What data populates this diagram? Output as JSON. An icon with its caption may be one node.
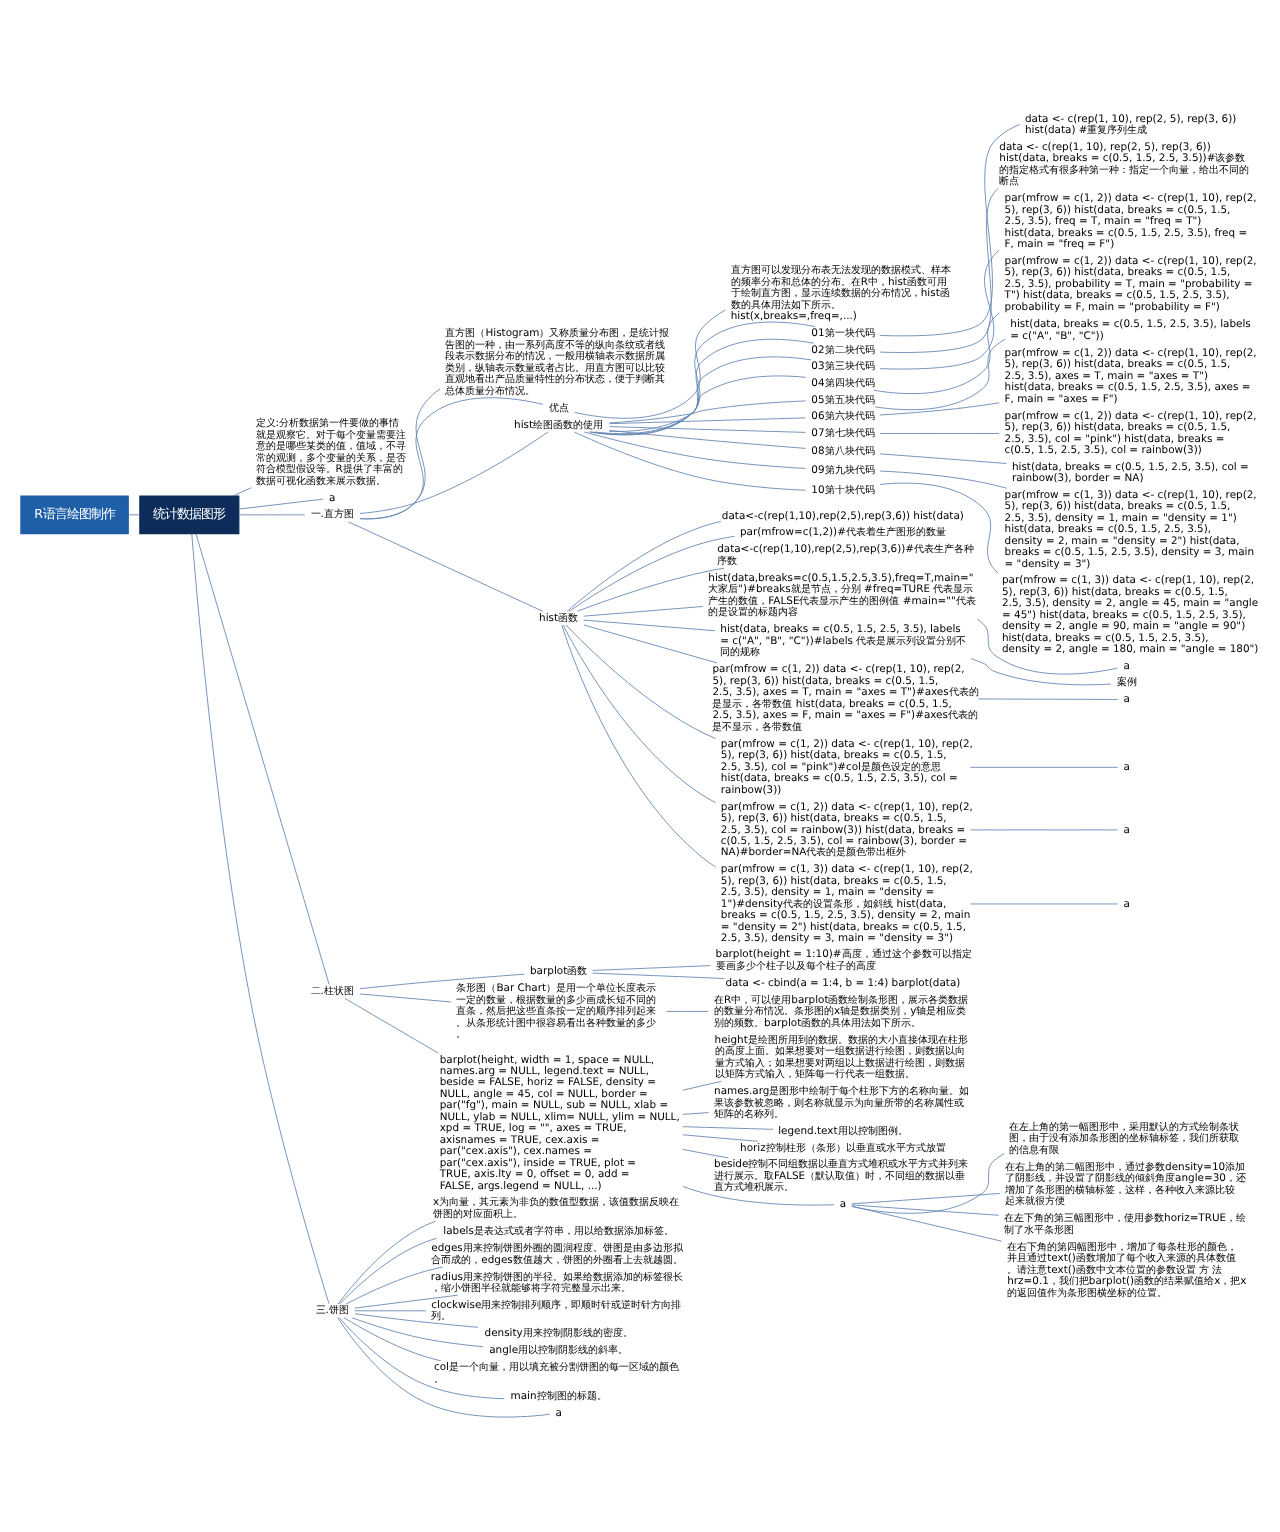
{
  "diagram": {
    "nodes": [
      {
        "text": [
          "R语言绘图制作"
        ]
      },
      {
        "text": [
          "统计数据图形"
        ]
      },
      {
        "text": [
          "定义:分析数据第一件要做的事情就是观察它。对于每个变量需要注意的是哪些某类的值，值域，不寻常的观测，多个变量的关系，是否符合模型假设等。R提供了丰富的数据可视化函数来展示数据。"
        ]
      },
      {
        "text": [
          "a"
        ]
      },
      {
        "text": [
          "一.直方图"
        ]
      },
      {
        "text": [
          "直方图（Histogram）又称质量分布图，是统计报告图的一种，由一系列高度不等的纵向条纹或者线段表示数据分布的情况，一般用横轴表示数据所属类别，纵轴表示数量或者占比。用直方图可以比较直观地看出产品质量特性的分布状态，便于判断其总体质量分布情况。"
        ]
      },
      {
        "text": [
          "优点"
        ]
      },
      {
        "text": [
          "直方图可以发现分布表无法发现的数据模式、样本的频率分布和总体的分布。在R中，hist函数可用于绘制直方图，显示连续数据的分布情况，hist函数的具体用法如下所示。 hist(x,breaks=,freq=,...)"
        ]
      },
      {
        "text": [
          "hist绘图函数的使用"
        ]
      },
      {
        "text": [
          "01第一块代码"
        ]
      },
      {
        "text": [
          "data <- c(rep(1, 10), rep(2, 5), rep(3, 6)) hist(data) #重复序列生成"
        ]
      },
      {
        "text": [
          "02第二块代码"
        ]
      },
      {
        "text": [
          "data <- c(rep(1, 10), rep(2, 5), rep(3, 6)) hist(data, breaks = c(0.5, 1.5, 2.5, 3.5))#该参数的指定格式有很多种第一种：指定一个向量，给出不同的断点"
        ]
      },
      {
        "text": [
          "03第三块代码"
        ]
      },
      {
        "text": [
          "par(mfrow = c(1, 2)) data <- c(rep(1, 10), rep(2, 5), rep(3, 6)) hist(data, breaks = c(0.5, 1.5, 2.5, 3.5), freq = T, main = \"freq = T\") hist(data, breaks = c(0.5, 1.5, 2.5, 3.5), freq = F, main = \"freq = F\")"
        ]
      },
      {
        "text": [
          "04第四块代码"
        ]
      },
      {
        "text": [
          "par(mfrow = c(1, 2)) data <- c(rep(1, 10), rep(2, 5), rep(3, 6)) hist(data, breaks = c(0.5, 1.5, 2.5, 3.5), probability = T, main = \"probability = T\") hist(data, breaks = c(0.5, 1.5, 2.5, 3.5), probability = F, main = \"probability = F\")"
        ]
      },
      {
        "text": [
          "05第五块代码"
        ]
      },
      {
        "text": [
          "hist(data, breaks = c(0.5, 1.5, 2.5, 3.5), labels = c(\"A\", \"B\", \"C\"))"
        ]
      },
      {
        "text": [
          "06第六块代码"
        ]
      },
      {
        "text": [
          "par(mfrow = c(1, 2)) data <- c(rep(1, 10), rep(2, 5), rep(3, 6)) hist(data, breaks = c(0.5, 1.5, 2.5, 3.5), axes = T, main = \"axes = T\") hist(data, breaks = c(0.5, 1.5, 2.5, 3.5), axes = F, main = \"axes = F\")"
        ]
      },
      {
        "text": [
          "07第七块代码"
        ]
      },
      {
        "text": [
          "par(mfrow = c(1, 2)) data <- c(rep(1, 10), rep(2, 5), rep(3, 6)) hist(data, breaks = c(0.5, 1.5, 2.5, 3.5), col = \"pink\") hist(data, breaks = c(0.5, 1.5, 2.5, 3.5), col = rainbow(3))"
        ]
      },
      {
        "text": [
          "08第八块代码"
        ]
      },
      {
        "text": [
          "hist(data, breaks = c(0.5, 1.5, 2.5, 3.5), col = rainbow(3), border = NA)"
        ]
      },
      {
        "text": [
          "09第九块代码"
        ]
      },
      {
        "text": [
          "par(mfrow = c(1, 3)) data <- c(rep(1, 10), rep(2, 5), rep(3, 6)) hist(data, breaks = c(0.5, 1.5, 2.5, 3.5), density = 1, main = \"density = 1\") hist(data, breaks = c(0.5, 1.5, 2.5, 3.5), density = 2, main = \"density = 2\") hist(data, breaks = c(0.5, 1.5, 2.5, 3.5), density = 3, main = \"density = 3\")"
        ]
      },
      {
        "text": [
          "10第十块代码"
        ]
      },
      {
        "text": [
          "par(mfrow = c(1, 3)) data <- c(rep(1, 10), rep(2, 5), rep(3, 6)) hist(data, breaks = c(0.5, 1.5, 2.5, 3.5), density = 2, angle = 45, main = \"angle = 45\") hist(data, breaks = c(0.5, 1.5, 2.5, 3.5), density = 2, angle = 90, main = \"angle = 90\") hist(data, breaks = c(0.5, 1.5, 2.5, 3.5), density = 2, angle = 180, main = \"angle = 180\")"
        ]
      },
      {
        "text": [
          "hist函数"
        ]
      },
      {
        "text": [
          "data<-c(rep(1,10),rep(2,5),rep(3,6)) hist(data)"
        ]
      },
      {
        "text": [
          "par(mfrow=c(1,2))#代表着生产图形的数量"
        ]
      },
      {
        "text": [
          "data<-c(rep(1,10),rep(2,5),rep(3,6))#代表生产各种序数"
        ]
      },
      {
        "text": [
          "hist(data,breaks=c(0.5,1.5,2.5,3.5),freq=T,main=\"大家后\")#breaks就是节点，分别 #freq=TURE 代表显示产生的数值，FALSE代表显示产生的图例值 #main=\"\"代表的是设置的标题内容"
        ]
      },
      {
        "text": [
          "a"
        ]
      },
      {
        "text": [
          "hist(data, breaks = c(0.5, 1.5, 2.5, 3.5), labels = c(\"A\", \"B\", \"C\"))#labels 代表是展示列设置分别不同的规称"
        ]
      },
      {
        "text": [
          "案例"
        ]
      },
      {
        "text": [
          "par(mfrow = c(1, 2)) data <- c(rep(1, 10), rep(2, 5), rep(3, 6)) hist(data, breaks = c(0.5, 1.5, 2.5, 3.5), axes = T, main = \"axes = T\")#axes代表的是显示，各带数值 hist(data, breaks = c(0.5, 1.5, 2.5, 3.5), axes = F, main = \"axes = F\")#axes代表的是不显示，各带数值"
        ]
      },
      {
        "text": [
          "a"
        ]
      },
      {
        "text": [
          "par(mfrow = c(1, 2)) data <- c(rep(1, 10), rep(2, 5), rep(3, 6)) hist(data, breaks = c(0.5, 1.5, 2.5, 3.5), col = \"pink\")#col是颜色设定的意思 hist(data, breaks = c(0.5, 1.5, 2.5, 3.5), col = rainbow(3))"
        ]
      },
      {
        "text": [
          "a"
        ]
      },
      {
        "text": [
          "par(mfrow = c(1, 2)) data <- c(rep(1, 10), rep(2, 5), rep(3, 6)) hist(data, breaks = c(0.5, 1.5, 2.5, 3.5), col = rainbow(3)) hist(data, breaks = c(0.5, 1.5, 2.5, 3.5), col = rainbow(3), border = NA)#border=NA代表的是颜色带出框外"
        ]
      },
      {
        "text": [
          "a"
        ]
      },
      {
        "text": [
          "par(mfrow = c(1, 3)) data <- c(rep(1, 10), rep(2, 5), rep(3, 6)) hist(data, breaks = c(0.5, 1.5, 2.5, 3.5), density = 1, main = \"density = 1\")#density代表的设置条形，如斜线 hist(data, breaks = c(0.5, 1.5, 2.5, 3.5), density = 2, main = \"density = 2\") hist(data, breaks = c(0.5, 1.5, 2.5, 3.5), density = 3, main = \"density = 3\")"
        ]
      },
      {
        "text": [
          "a"
        ]
      },
      {
        "text": [
          "二.柱状图"
        ]
      },
      {
        "text": [
          "barplot函数"
        ]
      },
      {
        "text": [
          "barplot(height = 1:10)#高度，通过这个参数可以指定要画多少个柱子以及每个柱子的高度"
        ]
      },
      {
        "text": [
          "data <- cbind(a = 1:4, b = 1:4) barplot(data)"
        ]
      },
      {
        "text": [
          "条形图（Bar Chart）是用一个单位长度表示一定的数量，根据数量的多少画成长短不同的直条，然后把这些直条按一定的顺序排列起来。从条形统计图中很容易看出各种数量的多少。"
        ]
      },
      {
        "text": [
          "在R中，可以使用barplot函数绘制条形图，展示各类数据的数量分布情况。条形图的x轴是数据类别，y轴是相应类别的频数。barplot函数的具体用法如下所示。"
        ]
      },
      {
        "text": [
          "barplot(height, width = 1, space = NULL, names.arg = NULL, legend.text = NULL, beside = FALSE, horiz = FALSE, density = NULL, angle = 45, col = NULL, border = par(\"fg\"), main = NULL, sub = NULL, xlab = NULL, ylab = NULL, xlim= NULL, ylim = NULL, xpd = TRUE, log = \"\", axes = TRUE, axisnames = TRUE, cex.axis = par(\"cex.axis\"), cex.names = par(\"cex.axis\"), inside = TRUE, plot = TRUE, axis.lty = 0, offset = 0, add = FALSE, args.legend = NULL, ...)"
        ]
      },
      {
        "text": [
          "height是绘图所用到的数据。数据的大小直接体现在柱形的高度上面。如果想要对一组数据进行绘图，则数据以向量方式输入；如果想要对两组以上数据进行绘图，则数据以矩阵方式输入，矩阵每一行代表一组数据。"
        ]
      },
      {
        "text": [
          "names.arg是图形中绘制于每个柱形下方的名称向量。如果该参数被忽略，则名称就显示为向量所带的名称属性或矩阵的名称列。"
        ]
      },
      {
        "text": [
          "legend.text用以控制图例。"
        ]
      },
      {
        "text": [
          "horiz控制柱形（条形）以垂直或水平方式放置"
        ]
      },
      {
        "text": [
          "beside控制不同组数据以垂直方式堆积或水平方式并列来进行展示。取FALSE（默认取值）时，不同组的数据以垂直方式堆积展示。"
        ]
      },
      {
        "text": [
          "a"
        ]
      },
      {
        "text": [
          "在左上角的第一幅图形中，采用默认的方式绘制条状图，由于没有添加条形图的坐标轴标签，我们所获取的信息有限"
        ]
      },
      {
        "text": [
          "在右上角的第二幅图形中，通过参数density=10添加了阴影线，并设置了阴影线的倾斜角度angle=30，还增加了条形图的横轴标签，这样，各种收入来源比较起来就很方便"
        ]
      },
      {
        "text": [
          "在左下角的第三幅图形中，使用参数horiz=TRUE，绘制了水平条形图"
        ]
      },
      {
        "text": [
          "在右下角的第四幅图形中，增加了每条柱形的颜色，并且通过text()函数增加了每个收入来源的具体数值。请注意text()函数中文本位置的参数设置 方 法 hrz=0.1，我们把barplot()函数的结果赋值给x，把x的返回值作为条形图横坐标的位置。"
        ]
      },
      {
        "text": [
          "三.饼图"
        ]
      },
      {
        "text": [
          "x为向量，其元素为非负的数值型数据，该值数据反映在饼图的对应面积上。"
        ]
      },
      {
        "text": [
          "labels是表达式或者字符串，用以给数据添加标签。"
        ]
      },
      {
        "text": [
          "edges用来控制饼图外圈的圆润程度。饼图是由多边形拟合而成的，edges数值越大，饼图的外圈看上去就越圆。"
        ]
      },
      {
        "text": [
          "radius用来控制饼图的半径。如果给数据添加的标签很长，缩小饼图半径就能够将字符完整显示出来。"
        ]
      },
      {
        "text": [
          "clockwise用来控制排列顺序，即顺时针或逆时针方向排列。"
        ]
      },
      {
        "text": [
          "density用来控制阴影线的密度。"
        ]
      },
      {
        "text": [
          "angle用以控制阴影线的斜率。"
        ]
      },
      {
        "text": [
          "col是一个向量，用以填充被分割饼图的每一区域的颜色。"
        ]
      },
      {
        "text": [
          "main控制图的标题。"
        ]
      },
      {
        "text": [
          "a"
        ]
      }
    ],
    "edges": [
      {
        "from": 0,
        "to": 1,
        "arrow": "none"
      },
      {
        "from": 1,
        "to": 2,
        "arrow": "none"
      },
      {
        "from": 1,
        "to": 3,
        "arrow": "none"
      },
      {
        "from": 1,
        "to": 4,
        "arrow": "none"
      },
      {
        "from": 1,
        "to": 45,
        "arrow": "none"
      },
      {
        "from": 1,
        "to": 62,
        "arrow": "none"
      },
      {
        "from": 4,
        "to": 5,
        "arrow": "none"
      },
      {
        "from": 4,
        "to": 6,
        "arrow": "none"
      },
      {
        "from": 6,
        "to": 7,
        "arrow": "none"
      },
      {
        "from": 4,
        "to": 8,
        "arrow": "none"
      },
      {
        "from": 8,
        "to": 9,
        "arrow": "none"
      },
      {
        "from": 9,
        "to": 10,
        "arrow": "none"
      },
      {
        "from": 8,
        "to": 11,
        "arrow": "none"
      },
      {
        "from": 11,
        "to": 12,
        "arrow": "none"
      },
      {
        "from": 8,
        "to": 13,
        "arrow": "none"
      },
      {
        "from": 13,
        "to": 14,
        "arrow": "none"
      },
      {
        "from": 8,
        "to": 15,
        "arrow": "none"
      },
      {
        "from": 15,
        "to": 16,
        "arrow": "none"
      },
      {
        "from": 8,
        "to": 17,
        "arrow": "none"
      },
      {
        "from": 17,
        "to": 18,
        "arrow": "none"
      },
      {
        "from": 8,
        "to": 19,
        "arrow": "none"
      },
      {
        "from": 19,
        "to": 20,
        "arrow": "none"
      },
      {
        "from": 8,
        "to": 21,
        "arrow": "none"
      },
      {
        "from": 21,
        "to": 22,
        "arrow": "none"
      },
      {
        "from": 8,
        "to": 23,
        "arrow": "none"
      },
      {
        "from": 23,
        "to": 24,
        "arrow": "none"
      },
      {
        "from": 8,
        "to": 25,
        "arrow": "none"
      },
      {
        "from": 25,
        "to": 26,
        "arrow": "none"
      },
      {
        "from": 8,
        "to": 27,
        "arrow": "none"
      },
      {
        "from": 27,
        "to": 28,
        "arrow": "none"
      },
      {
        "from": 4,
        "to": 29,
        "arrow": "none"
      },
      {
        "from": 29,
        "to": 30,
        "arrow": "none"
      },
      {
        "from": 29,
        "to": 31,
        "arrow": "none"
      },
      {
        "from": 29,
        "to": 32,
        "arrow": "none"
      },
      {
        "from": 29,
        "to": 33,
        "arrow": "none"
      },
      {
        "from": 33,
        "to": 34,
        "arrow": "none"
      },
      {
        "from": 29,
        "to": 35,
        "arrow": "none"
      },
      {
        "from": 35,
        "to": 36,
        "arrow": "none"
      },
      {
        "from": 29,
        "to": 37,
        "arrow": "none"
      },
      {
        "from": 37,
        "to": 38,
        "arrow": "none"
      },
      {
        "from": 29,
        "to": 39,
        "arrow": "none"
      },
      {
        "from": 39,
        "to": 40,
        "arrow": "none"
      },
      {
        "from": 29,
        "to": 41,
        "arrow": "none"
      },
      {
        "from": 41,
        "to": 42,
        "arrow": "none"
      },
      {
        "from": 29,
        "to": 43,
        "arrow": "none"
      },
      {
        "from": 43,
        "to": 44,
        "arrow": "none"
      },
      {
        "from": 45,
        "to": 46,
        "arrow": "none"
      },
      {
        "from": 46,
        "to": 47,
        "arrow": "none"
      },
      {
        "from": 46,
        "to": 48,
        "arrow": "none"
      },
      {
        "from": 45,
        "to": 49,
        "arrow": "none"
      },
      {
        "from": 49,
        "to": 50,
        "arrow": "none"
      },
      {
        "from": 45,
        "to": 51,
        "arrow": "none"
      },
      {
        "from": 51,
        "to": 52,
        "arrow": "none"
      },
      {
        "from": 51,
        "to": 53,
        "arrow": "none"
      },
      {
        "from": 51,
        "to": 54,
        "arrow": "none"
      },
      {
        "from": 51,
        "to": 55,
        "arrow": "none"
      },
      {
        "from": 51,
        "to": 56,
        "arrow": "none"
      },
      {
        "from": 51,
        "to": 57,
        "arrow": "none"
      },
      {
        "from": 57,
        "to": 58,
        "arrow": "none"
      },
      {
        "from": 57,
        "to": 59,
        "arrow": "none"
      },
      {
        "from": 57,
        "to": 60,
        "arrow": "none"
      },
      {
        "from": 57,
        "to": 61,
        "arrow": "none"
      },
      {
        "from": 62,
        "to": 63,
        "arrow": "none"
      },
      {
        "from": 62,
        "to": 64,
        "arrow": "none"
      },
      {
        "from": 62,
        "to": 65,
        "arrow": "none"
      },
      {
        "from": 62,
        "to": 66,
        "arrow": "none"
      },
      {
        "from": 62,
        "to": 67,
        "arrow": "none"
      },
      {
        "from": 62,
        "to": 68,
        "arrow": "none"
      },
      {
        "from": 62,
        "to": 69,
        "arrow": "none"
      },
      {
        "from": 62,
        "to": 70,
        "arrow": "none"
      },
      {
        "from": 62,
        "to": 71,
        "arrow": "none"
      },
      {
        "from": 62,
        "to": 72,
        "arrow": "none"
      }
    ]
  }
}
